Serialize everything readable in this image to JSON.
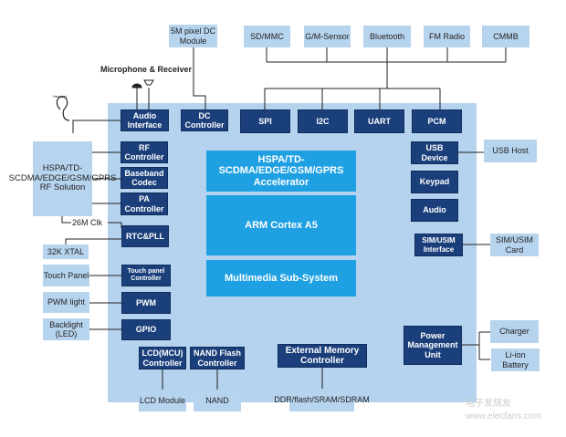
{
  "top_peripherals": [
    "5M pixel DC Module",
    "SD/MMC",
    "G/M-Sensor",
    "Bluetooth",
    "FM Radio",
    "CMMB"
  ],
  "mic_label": "Microphone & Receiver",
  "headset_label": "Headset",
  "soc": {
    "audio_interface": "Audio Interface",
    "dc_controller": "DC Controller",
    "spi": "SPI",
    "i2c": "I2C",
    "uart": "UART",
    "pcm": "PCM",
    "rf_controller": "RF Controller",
    "baseband_codec": "Baseband Codec",
    "pa_controller": "PA Controller",
    "rtc_pll": "RTC&PLL",
    "touch_controller": "Touch panel Controller",
    "pwm": "PWM",
    "gpio": "GPIO",
    "lcd_controller": "LCD(MCU) Controller",
    "nand_controller": "NAND Flash Controller",
    "ext_mem_controller": "External Memory Controller",
    "accelerator": "HSPA/TD-SCDMA/EDGE/GSM/GPRS Accelerator",
    "arm": "ARM Cortex A5",
    "multimedia": "Multimedia Sub-System",
    "usb_device": "USB Device",
    "keypad": "Keypad",
    "audio": "Audio",
    "sim_interface": "SIM/USIM Interface",
    "pmu": "Power Management Unit"
  },
  "external": {
    "rf_solution": "HSPA/TD-SCDMA/EDGE/GSM/GPRS RF Solution",
    "clk": "26M Clk",
    "xtal": "32K XTAL",
    "touch_panel": "Touch Panel",
    "pwm_light": "PWM light",
    "backlight": "Backlight (LED)",
    "lcd_module": "LCD Module",
    "nand": "NAND",
    "memory": "DDR/flash/SRAM/SDRAM",
    "usb_host": "USB Host",
    "sim_card": "SIM/USIM Card",
    "charger": "Charger",
    "battery": "Li-ion Battery"
  },
  "watermark": "电子发烧友 www.elecfans.com"
}
